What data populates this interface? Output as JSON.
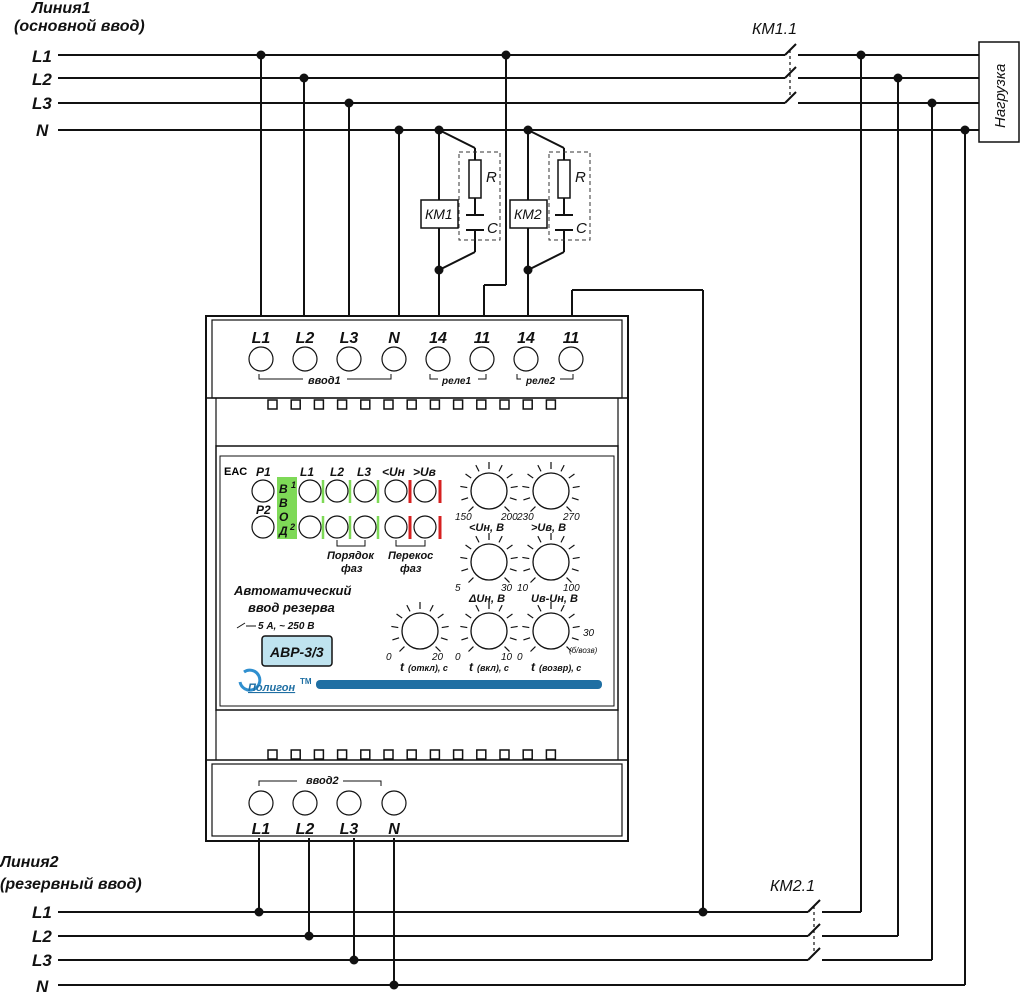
{
  "line1": {
    "title": "Линия1",
    "subtitle": "(основной ввод)",
    "phases": [
      "L1",
      "L2",
      "L3",
      "N"
    ]
  },
  "line2": {
    "title": "Линия2",
    "subtitle": "(резервный ввод)",
    "phases": [
      "L1",
      "L2",
      "L3",
      "N"
    ]
  },
  "contacts": {
    "km11": "КМ1.1",
    "km21": "КМ2.1"
  },
  "load": "Нагрузка",
  "contactor1": {
    "label": "КМ1",
    "r": "R",
    "c": "C"
  },
  "contactor2": {
    "label": "КМ2",
    "r": "R",
    "c": "C"
  },
  "top_terminals": [
    "L1",
    "L2",
    "L3",
    "N",
    "14",
    "11",
    "14",
    "11"
  ],
  "top_groups": {
    "input1": "ввод1",
    "relay1": "реле1",
    "relay2": "реле2"
  },
  "bottom_terminals": [
    "L1",
    "L2",
    "L3",
    "N"
  ],
  "bottom_group": "ввод2",
  "panel": {
    "eac": "EAC",
    "p1": "P1",
    "p2": "P2",
    "vvod_letters": [
      "В",
      "В",
      "О",
      "Д"
    ],
    "sub1": "1",
    "sub2": "2",
    "col_labels": [
      "L1",
      "L2",
      "L3",
      "<Uн",
      ">Uв"
    ],
    "phase_order": [
      "Порядок",
      "фаз"
    ],
    "phase_skew": [
      "Перекос",
      "фаз"
    ],
    "title_lines": [
      "Автоматический",
      "ввод резерва"
    ],
    "rating": "5 А, ~ 250 В",
    "model": "АВР-3/3",
    "brand": "Полигон",
    "tm": "ТМ",
    "knobs": [
      {
        "min": "150",
        "max": "200",
        "caption": "<Uн, В"
      },
      {
        "min": "230",
        "max": "270",
        "caption": ">Uв, В"
      },
      {
        "min": "5",
        "max": "30",
        "caption": "ΔUн, В"
      },
      {
        "min": "10",
        "max": "100",
        "caption": "Uв-Uн, В"
      },
      {
        "min": "0",
        "max": "20",
        "caption_t": "t",
        "caption": "(откл), с"
      },
      {
        "min": "0",
        "max": "10",
        "caption_t": "t",
        "caption": "(вкл), с"
      },
      {
        "min": "0",
        "max": "30",
        "extra": "(б/возв)",
        "caption_t": "t",
        "caption": "(возвр), с"
      }
    ]
  },
  "colors": {
    "wire": "#111111",
    "green": "#7ed957",
    "red": "#d62020",
    "blue": "#1f6fa3"
  }
}
